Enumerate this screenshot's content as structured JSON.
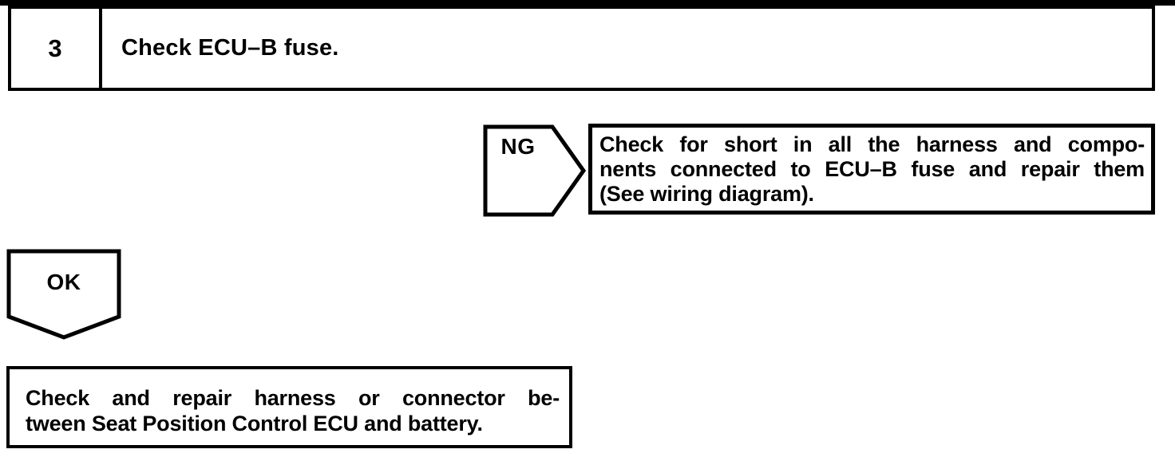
{
  "flowchart": {
    "step": {
      "number": "3",
      "instruction": "Check ECU–B fuse."
    },
    "ng": {
      "label": "NG",
      "lines": [
        "Check for short in all the harness and compo-",
        "nents connected to ECU–B fuse and repair them",
        "(See wiring diagram)."
      ]
    },
    "ok": {
      "label": "OK"
    },
    "result": {
      "lines": [
        "Check and repair harness or connector be-",
        "tween Seat Position Control ECU and battery."
      ]
    }
  },
  "colors": {
    "ink": "#000000",
    "paper": "#ffffff"
  }
}
